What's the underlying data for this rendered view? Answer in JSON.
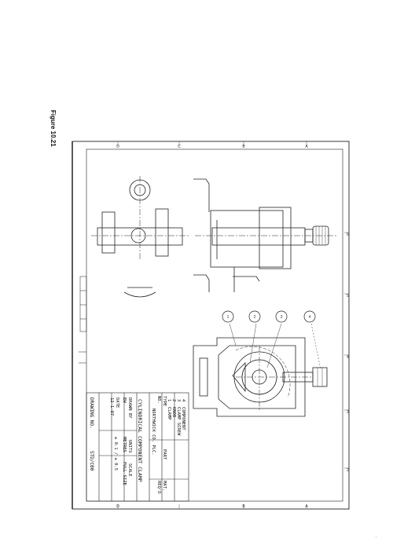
{
  "figure_label": "Figure 10.21",
  "page_number": ".",
  "parts_list": {
    "title_cols": [
      "TYPE",
      "NO.",
      "PART",
      "MAT.",
      "REQ'D"
    ],
    "items": [
      {
        "no": "4",
        "desc": "COMPONENT"
      },
      {
        "no": "3",
        "desc": "CLAMP SCREW"
      },
      {
        "no": "2",
        "desc": "KNOB"
      },
      {
        "no": "1",
        "desc": "CLAMP"
      }
    ],
    "company": "NORTHWICK CO. PLC."
  },
  "title_block": {
    "title": "CYLINDRICAL COMPONENT CLAMP",
    "drawn_by_label": "DRAWN BY",
    "drawn_by": "EW",
    "units_label": "UNITS",
    "units": "METRES",
    "scale_label": "SCALE",
    "scale": "FULL SIZE",
    "date_label": "DATE",
    "date": "12-1-97",
    "tolerance": "± 0.1 / ± 0.5",
    "drawing_no_label": "DRAWING NO.",
    "drawing_no": "STD/C00"
  },
  "balloons": [
    "1",
    "2",
    "3",
    "4"
  ],
  "zone_letters": [
    "A",
    "B",
    "C",
    "D"
  ],
  "zone_numbers": [
    "1",
    "2",
    "3",
    "4",
    "5",
    "6"
  ]
}
